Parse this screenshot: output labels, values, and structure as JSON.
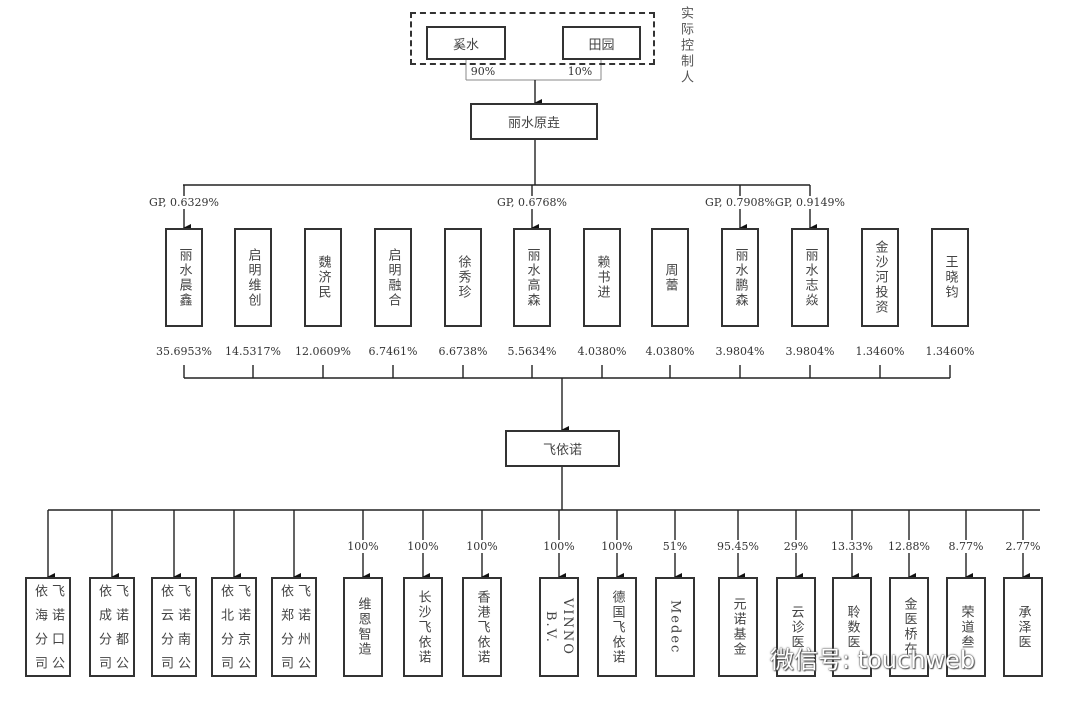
{
  "controllers": {
    "label": "实际控制人",
    "persons": [
      {
        "name": "奚水",
        "share": "90%"
      },
      {
        "name": "田园",
        "share": "10%"
      }
    ]
  },
  "holding": {
    "name": "丽水原垚"
  },
  "shareholders": [
    {
      "name": "丽水晨鑫",
      "gp": "GP, 0.6329%",
      "share": "35.6953%"
    },
    {
      "name": "启明维创",
      "gp": null,
      "share": "14.5317%"
    },
    {
      "name": "魏济民",
      "gp": null,
      "share": "12.0609%"
    },
    {
      "name": "启明融合",
      "gp": null,
      "share": "6.7461%"
    },
    {
      "name": "徐秀珍",
      "gp": null,
      "share": "6.6738%"
    },
    {
      "name": "丽水高森",
      "gp": "GP, 0.6768%",
      "share": "5.5634%"
    },
    {
      "name": "赖书进",
      "gp": null,
      "share": "4.0380%"
    },
    {
      "name": "周蕾",
      "gp": null,
      "share": "4.0380%"
    },
    {
      "name": "丽水鹏森",
      "gp": "GP, 0.7908%",
      "share": "3.9804%"
    },
    {
      "name": "丽水志焱",
      "gp": "GP, 0.9149%",
      "share": "3.9804%"
    },
    {
      "name": "金沙河投资",
      "gp": null,
      "share": "1.3460%"
    },
    {
      "name": "王晓钧",
      "gp": null,
      "share": "1.3460%"
    }
  ],
  "company": {
    "name": "飞依诺"
  },
  "subsidiaries": [
    {
      "lines": [
        "飞依",
        "诺海",
        "口分",
        "公司"
      ],
      "share": null
    },
    {
      "lines": [
        "飞依",
        "诺成",
        "都分",
        "公司"
      ],
      "share": null
    },
    {
      "lines": [
        "飞依",
        "诺云",
        "南分",
        "公司"
      ],
      "share": null
    },
    {
      "lines": [
        "飞依",
        "诺北",
        "京分",
        "公司"
      ],
      "share": null
    },
    {
      "lines": [
        "飞依",
        "诺郑",
        "州分",
        "公司"
      ],
      "share": null
    },
    {
      "lines": [
        "维恩智造"
      ],
      "share": "100%"
    },
    {
      "lines": [
        "长沙飞依诺"
      ],
      "share": "100%"
    },
    {
      "lines": [
        "香港飞依诺"
      ],
      "share": "100%"
    },
    {
      "lines": [
        "VINNO B.V."
      ],
      "share": "100%"
    },
    {
      "lines": [
        "德国飞依诺"
      ],
      "share": "100%"
    },
    {
      "lines": [
        "Medec"
      ],
      "share": "51%"
    },
    {
      "lines": [
        "元诺基金"
      ],
      "share": "95.45%"
    },
    {
      "lines": [
        "云诊医"
      ],
      "share": "29%"
    },
    {
      "lines": [
        "聆数医"
      ],
      "share": "13.33%"
    },
    {
      "lines": [
        "金医桥在"
      ],
      "share": "12.88%"
    },
    {
      "lines": [
        "荣道叁"
      ],
      "share": "8.77%"
    },
    {
      "lines": [
        "承泽医"
      ],
      "share": "2.77%"
    }
  ],
  "watermark": "微信号: touchweb"
}
